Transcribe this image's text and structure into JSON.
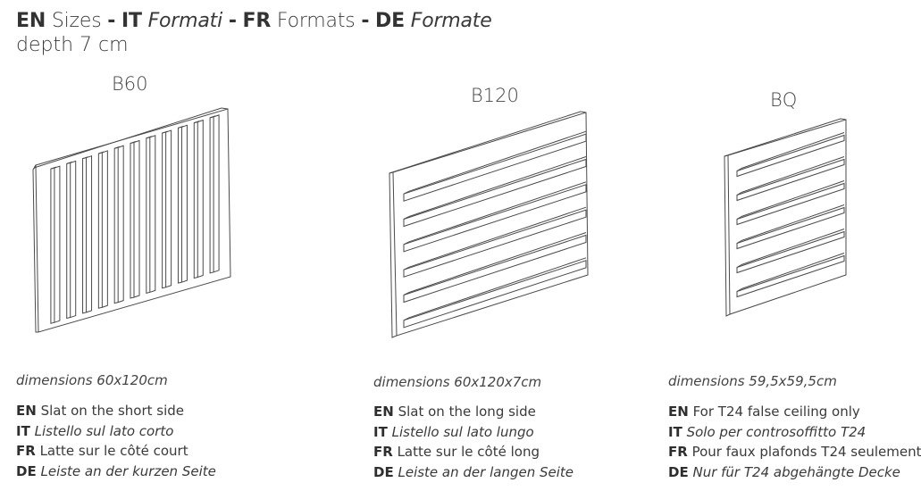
{
  "header": {
    "en_code": "EN",
    "en_text": "Sizes",
    "it_code": "IT",
    "it_text": "Formati",
    "fr_code": "FR",
    "fr_text": "Formats",
    "de_code": "DE",
    "de_text": "Formate",
    "sep": "-",
    "depth": "depth 7 cm"
  },
  "products": [
    {
      "name": "B60",
      "dimensions": "dimensions 60x120cm",
      "desc": [
        {
          "code": "EN",
          "text": "Slat on the short side",
          "italic": false
        },
        {
          "code": "IT",
          "text": "Listello sul lato corto",
          "italic": true
        },
        {
          "code": "FR",
          "text": "Latte sur le côté court",
          "italic": false
        },
        {
          "code": "DE",
          "text": "Leiste an der kurzen Seite",
          "italic": true
        }
      ]
    },
    {
      "name": "B120",
      "dimensions": "dimensions 60x120x7cm",
      "desc": [
        {
          "code": "EN",
          "text": "Slat on the long side",
          "italic": false
        },
        {
          "code": "IT",
          "text": "Listello sul lato lungo",
          "italic": true
        },
        {
          "code": "FR",
          "text": "Latte sur le côté long",
          "italic": false
        },
        {
          "code": "DE",
          "text": "Leiste an der langen Seite",
          "italic": true
        }
      ]
    },
    {
      "name": "BQ",
      "dimensions": "dimensions 59,5x59,5cm",
      "desc": [
        {
          "code": "EN",
          "text": "For T24 false ceiling only",
          "italic": false
        },
        {
          "code": "IT",
          "text": "Solo per controsoffitto T24",
          "italic": true
        },
        {
          "code": "FR",
          "text": "Pour faux plafonds T24 seulement",
          "italic": false
        },
        {
          "code": "DE",
          "text": "Nur für T24 abgehängte Decke",
          "italic": true
        }
      ]
    }
  ],
  "colors": {
    "line": "#4a4a4a",
    "text": "#3a3a3a"
  },
  "icons": [
    "panel-b60-illustration",
    "panel-b120-illustration",
    "panel-bq-illustration"
  ]
}
